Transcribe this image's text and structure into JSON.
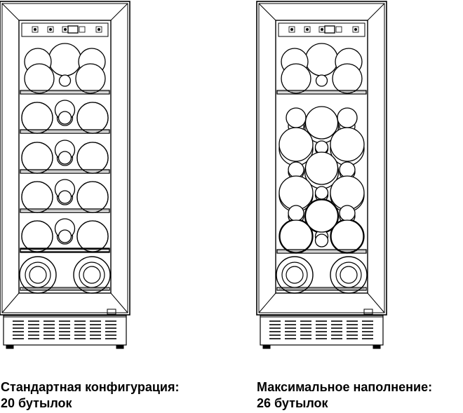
{
  "configurations": [
    {
      "id": "standard",
      "title": "Стандартная конфигурация:",
      "capacity": "20 бутылок",
      "bottles": 20
    },
    {
      "id": "maximum",
      "title": "Максимальное наполнение:",
      "capacity": "26 бутылок",
      "bottles": 26
    }
  ],
  "colors": {
    "line": "#000000",
    "background": "#ffffff"
  }
}
